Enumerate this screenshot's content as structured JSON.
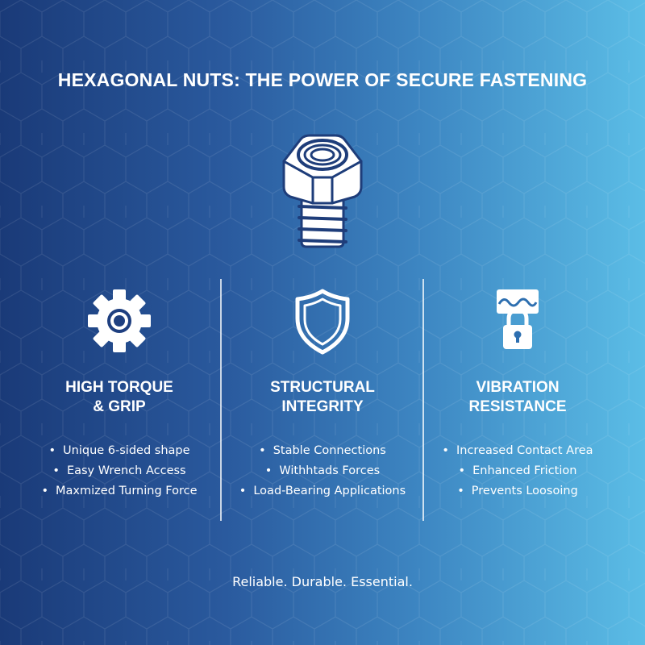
{
  "title": "HEXAGONAL NUTS: THE POWER OF SECURE FASTENING",
  "hero_icon": "hex-bolt-icon",
  "features": [
    {
      "icon": "gear-icon",
      "heading": "HIGH TORQUE\n& GRIP",
      "bullets": [
        "Unique 6-sided shape",
        "Easy Wrench Access",
        "Maxmized Turning Force"
      ]
    },
    {
      "icon": "shield-icon",
      "heading": "STRUCTURAL\nINTEGRITY",
      "bullets": [
        "Stable Connections",
        "Withhtads Forces",
        "Load-Bearing Applications"
      ]
    },
    {
      "icon": "padlock-icon",
      "heading": "VIBRATION\nRESISTANCE",
      "bullets": [
        "Increased Contact Area",
        "Enhanced Friction",
        "Prevents Loosoing"
      ]
    }
  ],
  "tagline": "Reliable. Durable. Essential.",
  "colors": {
    "gradient_left": "#1a3a78",
    "gradient_right": "#5bbde6",
    "text": "#ffffff"
  }
}
